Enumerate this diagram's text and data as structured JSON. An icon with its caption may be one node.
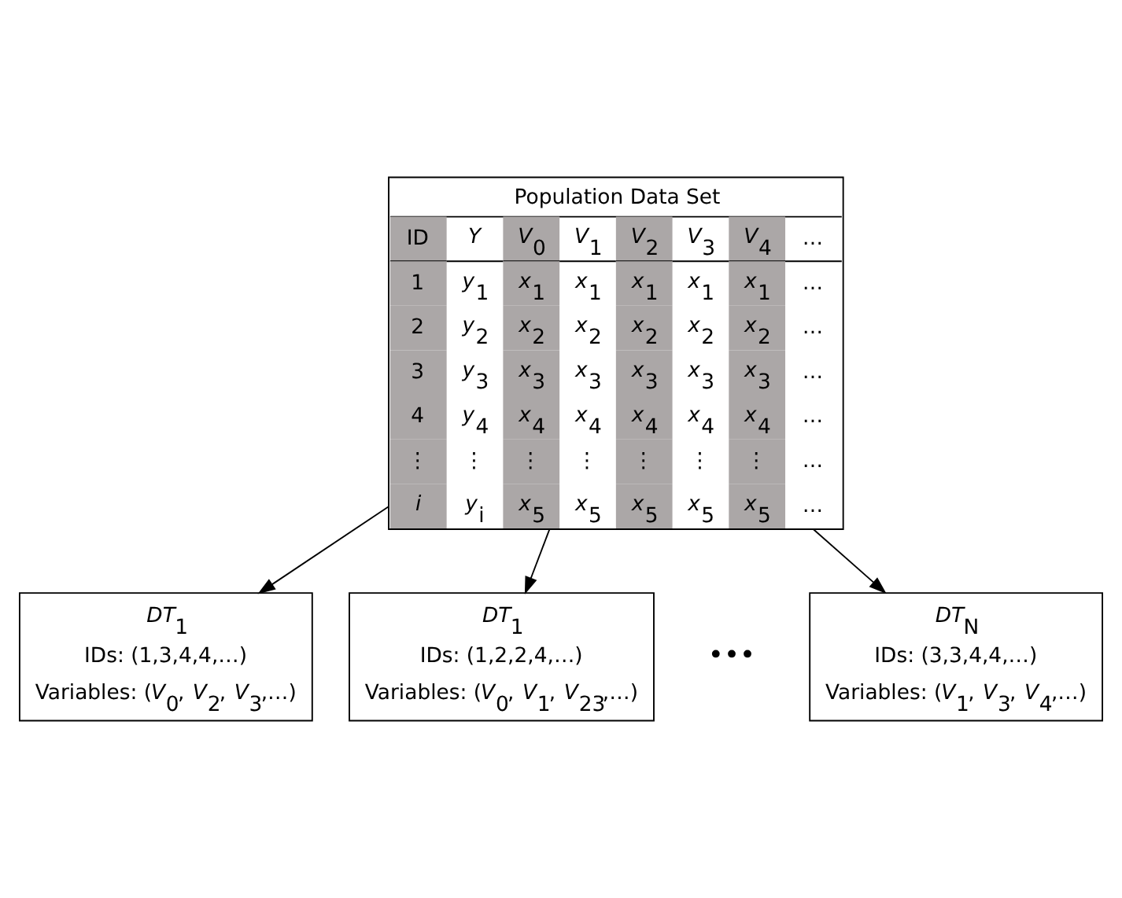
{
  "diagram": {
    "nodes": [
      {
        "text": [
          "Population Data Set"
        ]
      },
      {
        "text": [
          "*DT*$_{1}$",
          "IDs: (1,3,4,4,…)",
          "Variables: (*V*$_{0}$, *V*$_{2}$, *V*$_{3}$,…)"
        ]
      },
      {
        "text": [
          "*DT*$_{1}$",
          "IDs: (1,2,2,4,…)",
          "Variables: (*V*$_{0}$, *V*$_{1}$, *V*$_{23}$,…)"
        ]
      },
      {
        "text": [
          "*DT*$_{N}$",
          "IDs: (3,3,4,4,…)",
          "Variables: (*V*$_{1}$, *V*$_{3}$, *V*$_{4}$,…)"
        ]
      }
    ],
    "edges": [
      {
        "from": 0,
        "to": 1,
        "arrow": "to"
      },
      {
        "from": 0,
        "to": 2,
        "arrow": "to"
      },
      {
        "from": 0,
        "to": 3,
        "arrow": "to"
      }
    ],
    "labels": [
      "ID",
      "*Y*",
      "*V*$_{0}$",
      "*V*$_{1}$",
      "*V*$_{2}$",
      "*V*$_{3}$",
      "*V*$_{4}$",
      "…",
      "1",
      "*y*$_{1}$",
      "*x*$_{1}$",
      "*x*$_{1}$",
      "*x*$_{1}$",
      "*x*$_{1}$",
      "*x*$_{1}$",
      "…",
      "2",
      "*y*$_{2}$",
      "*x*$_{2}$",
      "*x*$_{2}$",
      "*x*$_{2}$",
      "*x*$_{2}$",
      "*x*$_{2}$",
      "…",
      "3",
      "*y*$_{3}$",
      "*x*$_{3}$",
      "*x*$_{3}$",
      "*x*$_{3}$",
      "*x*$_{3}$",
      "*x*$_{3}$",
      "…",
      "4",
      "*y*$_{4}$",
      "*x*$_{4}$",
      "*x*$_{4}$",
      "*x*$_{4}$",
      "*x*$_{4}$",
      "*x*$_{4}$",
      "…",
      "⋮",
      "⋮",
      "⋮",
      "⋮",
      "⋮",
      "⋮",
      "⋮",
      "…",
      "*i*",
      "*y*$_{i}$",
      "*x*$_{5}$",
      "*x*$_{5}$",
      "*x*$_{5}$",
      "*x*$_{5}$",
      "*x*$_{5}$",
      "…",
      "•••"
    ]
  }
}
